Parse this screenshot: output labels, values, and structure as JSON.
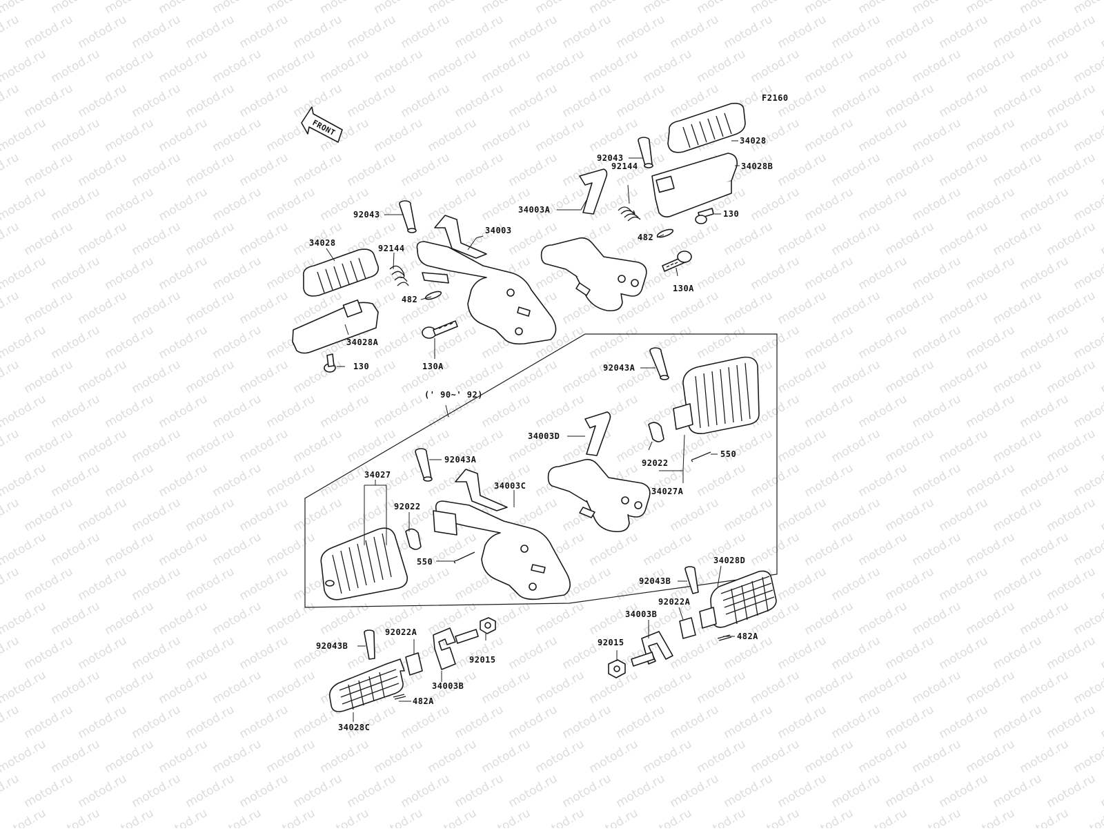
{
  "watermark": {
    "text": "motod.ru"
  },
  "diagram": {
    "code": "F2160",
    "front_label": "FRONT",
    "variant_note": "(' 90~' 92)"
  },
  "labels": {
    "l_34028_tr": "34028",
    "l_92043_tr": "92043",
    "l_92144_tr": "92144",
    "l_34028B": "34028B",
    "l_34003A": "34003A",
    "l_130_tr": "130",
    "l_482_tr": "482",
    "l_130A_r": "130A",
    "l_92043_l": "92043",
    "l_34003": "34003",
    "l_34028_l": "34028",
    "l_92144_l": "92144",
    "l_482_l": "482",
    "l_34028A": "34028A",
    "l_130_l": "130",
    "l_130A_l": "130A",
    "l_92043A_r": "92043A",
    "l_34003D": "34003D",
    "l_550_r": "550",
    "l_92022_r": "92022",
    "l_34027A": "34027A",
    "l_92043A_l": "92043A",
    "l_34027": "34027",
    "l_34003C": "34003C",
    "l_92022_l": "92022",
    "l_550_l": "550",
    "l_34028D": "34028D",
    "l_92043B_r": "92043B",
    "l_92022A_r": "92022A",
    "l_34003B_r": "34003B",
    "l_92015_r": "92015",
    "l_482A_r": "482A",
    "l_92043B_l": "92043B",
    "l_92022A_l": "92022A",
    "l_92015_l": "92015",
    "l_34003B_l": "34003B",
    "l_482A_l": "482A",
    "l_34028C": "34028C"
  }
}
